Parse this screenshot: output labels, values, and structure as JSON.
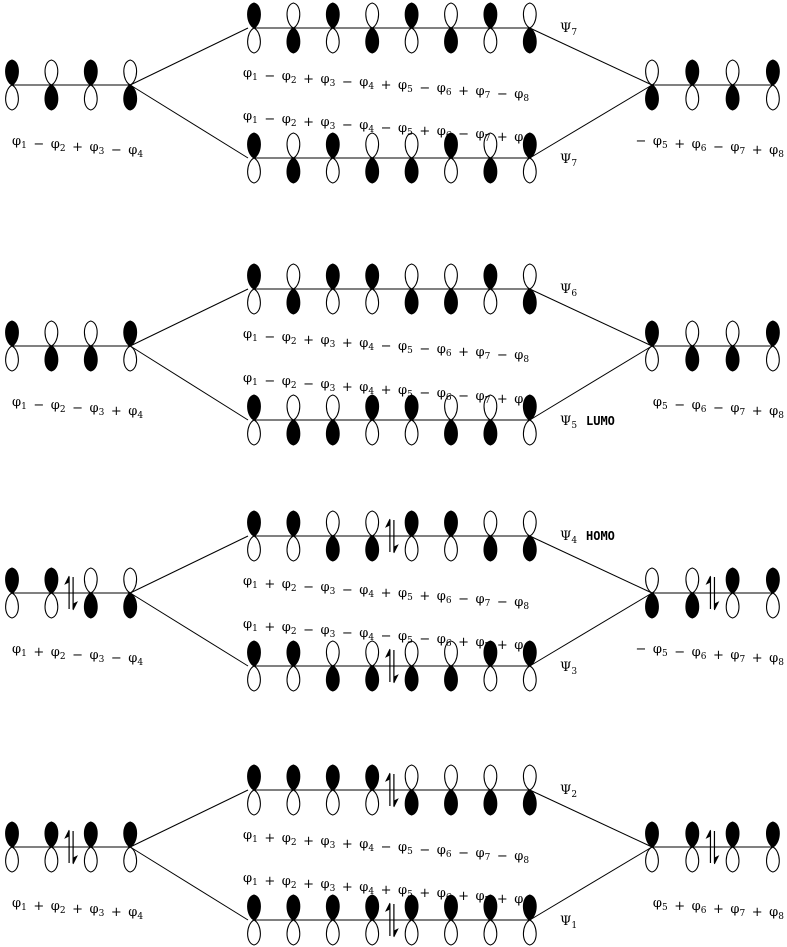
{
  "colors": {
    "ink": "#000000",
    "paper": "#ffffff"
  },
  "blocks": [
    {
      "top": {
        "phase": [
          1,
          -1,
          1,
          -1,
          1,
          -1,
          1,
          -1
        ],
        "label": "Ψ7",
        "tag": "",
        "electrons": false,
        "combo": "φ1 − φ2 + φ3 − φ4 + φ5 − φ6 + φ7 − φ8"
      },
      "bottom": {
        "phase": [
          1,
          -1,
          1,
          -1,
          -1,
          1,
          -1,
          1
        ],
        "label": "Ψ7",
        "tag": "",
        "electrons": false,
        "combo": "φ1 − φ2 + φ3 − φ4 − φ5 + φ6 − φ7 + φ8"
      },
      "left": {
        "phase": [
          1,
          -1,
          1,
          -1
        ],
        "electrons": false,
        "combo": "φ1 − φ2 + φ3 − φ4"
      },
      "right": {
        "phase": [
          -1,
          1,
          -1,
          1
        ],
        "electrons": false,
        "combo": "− φ5 + φ6 − φ7 + φ8"
      }
    },
    {
      "top": {
        "phase": [
          1,
          -1,
          1,
          1,
          -1,
          -1,
          1,
          -1
        ],
        "label": "Ψ6",
        "tag": "",
        "electrons": false,
        "combo": "φ1 − φ2 + φ3 + φ4 − φ5 − φ6 + φ7 − φ8"
      },
      "bottom": {
        "phase": [
          1,
          -1,
          -1,
          1,
          1,
          -1,
          -1,
          1
        ],
        "label": "Ψ5",
        "tag": "LUMO",
        "electrons": false,
        "combo": "φ1 − φ2 − φ3 + φ4 + φ5 − φ6 − φ7 + φ8"
      },
      "left": {
        "phase": [
          1,
          -1,
          -1,
          1
        ],
        "electrons": false,
        "combo": "φ1 − φ2 − φ3 + φ4"
      },
      "right": {
        "phase": [
          1,
          -1,
          -1,
          1
        ],
        "electrons": false,
        "combo": "φ5 − φ6 − φ7 + φ8"
      }
    },
    {
      "top": {
        "phase": [
          1,
          1,
          -1,
          -1,
          1,
          1,
          -1,
          -1
        ],
        "label": "Ψ4",
        "tag": "HOMO",
        "electrons": true,
        "combo": "φ1 + φ2 − φ3 − φ4 + φ5 + φ6 − φ7 − φ8"
      },
      "bottom": {
        "phase": [
          1,
          1,
          -1,
          -1,
          -1,
          -1,
          1,
          1
        ],
        "label": "Ψ3",
        "tag": "",
        "electrons": true,
        "combo": "φ1 + φ2 − φ3 − φ4 − φ5 − φ6 + φ7 + φ8"
      },
      "left": {
        "phase": [
          1,
          1,
          -1,
          -1
        ],
        "electrons": true,
        "combo": "φ1 + φ2 − φ3 − φ4"
      },
      "right": {
        "phase": [
          -1,
          -1,
          1,
          1
        ],
        "electrons": true,
        "combo": "− φ5 − φ6 + φ7 + φ8"
      }
    },
    {
      "top": {
        "phase": [
          1,
          1,
          1,
          1,
          -1,
          -1,
          -1,
          -1
        ],
        "label": "Ψ2",
        "tag": "",
        "electrons": true,
        "combo": "φ1 + φ2 + φ3 + φ4 − φ5 − φ6 − φ7 − φ8"
      },
      "bottom": {
        "phase": [
          1,
          1,
          1,
          1,
          1,
          1,
          1,
          1
        ],
        "label": "Ψ1",
        "tag": "",
        "electrons": true,
        "combo": "φ1 + φ2 + φ3 + φ4 + φ5 + φ6 + φ7 + φ8"
      },
      "left": {
        "phase": [
          1,
          1,
          1,
          1
        ],
        "electrons": true,
        "combo": "φ1 + φ2 + φ3 + φ4"
      },
      "right": {
        "phase": [
          1,
          1,
          1,
          1
        ],
        "electrons": true,
        "combo": "φ5 + φ6 + φ7 + φ8"
      }
    }
  ]
}
